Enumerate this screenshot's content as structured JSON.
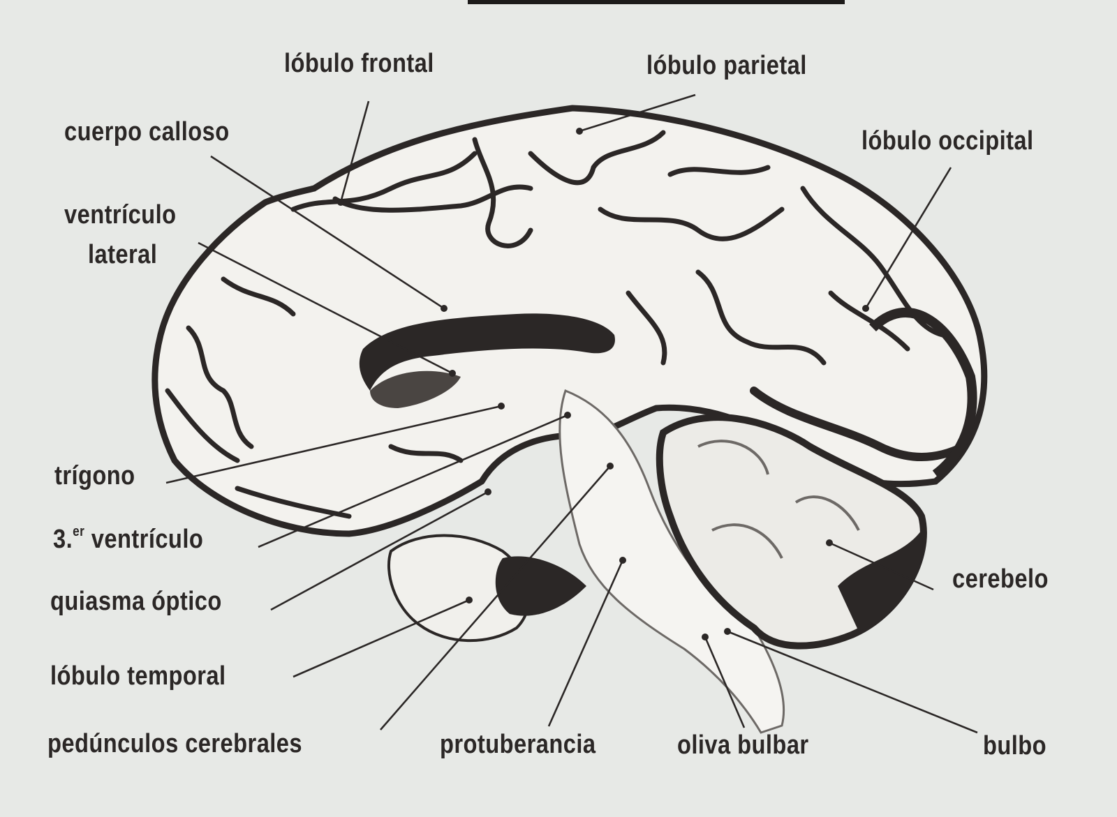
{
  "labels": {
    "lobulo_frontal": "lóbulo frontal",
    "lobulo_parietal": "lóbulo parietal",
    "cuerpo_calloso": "cuerpo calloso",
    "lobulo_occipital": "lóbulo occipital",
    "ventriculo_lateral_1": "ventrículo",
    "ventriculo_lateral_2": "lateral",
    "trigono": "trígono",
    "tercer_ventriculo_num": "3.",
    "tercer_ventriculo_sup": "er",
    "tercer_ventriculo_word": "ventrículo",
    "quiasma_optico": "quiasma óptico",
    "lobulo_temporal": "lóbulo temporal",
    "pedunculos_cerebrales": "pedúnculos cerebrales",
    "protuberancia": "protuberancia",
    "oliva_bulbar": "oliva bulbar",
    "bulbo": "bulbo",
    "cerebelo": "cerebelo"
  },
  "colors": {
    "paper": "#e7e9e6",
    "ink": "#2b2726",
    "tissue": "#f3f2ee"
  }
}
